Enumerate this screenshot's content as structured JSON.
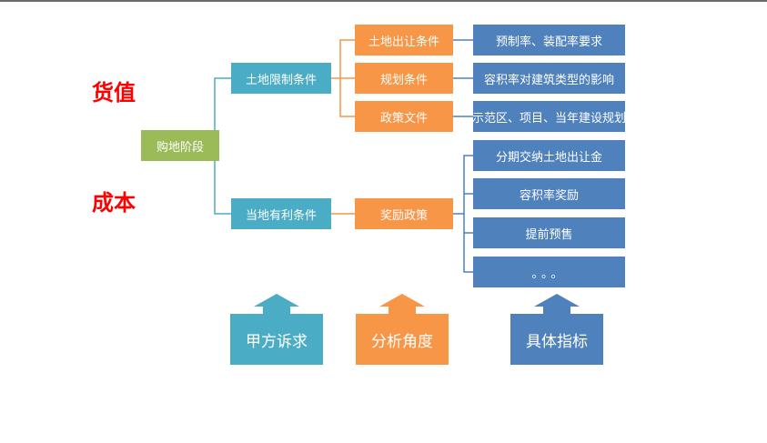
{
  "side_labels": {
    "top": "货值",
    "bottom": "成本"
  },
  "root": {
    "label": "购地阶段"
  },
  "level1": [
    {
      "label": "土地限制条件"
    },
    {
      "label": "当地有利条件"
    }
  ],
  "level2": [
    {
      "label": "土地出让条件"
    },
    {
      "label": "规划条件"
    },
    {
      "label": "政策文件"
    },
    {
      "label": "奖励政策"
    }
  ],
  "level3": [
    {
      "label": "预制率、装配率要求"
    },
    {
      "label": "容积率对建筑类型的影响"
    },
    {
      "label": "示范区、项目、当年建设规划"
    },
    {
      "label": "分期交纳土地出让金"
    },
    {
      "label": "容积率奖励"
    },
    {
      "label": "提前预售"
    },
    {
      "label": "。。。"
    }
  ],
  "legend": [
    {
      "label": "甲方诉求",
      "color": "#4bacc6"
    },
    {
      "label": "分析角度",
      "color": "#f79646"
    },
    {
      "label": "具体指标",
      "color": "#4f81bd"
    }
  ],
  "colors": {
    "root": "#9bbb59",
    "level1": "#4bacc6",
    "level2": "#f79646",
    "level3": "#4f81bd",
    "side_label": "#ff0000"
  }
}
